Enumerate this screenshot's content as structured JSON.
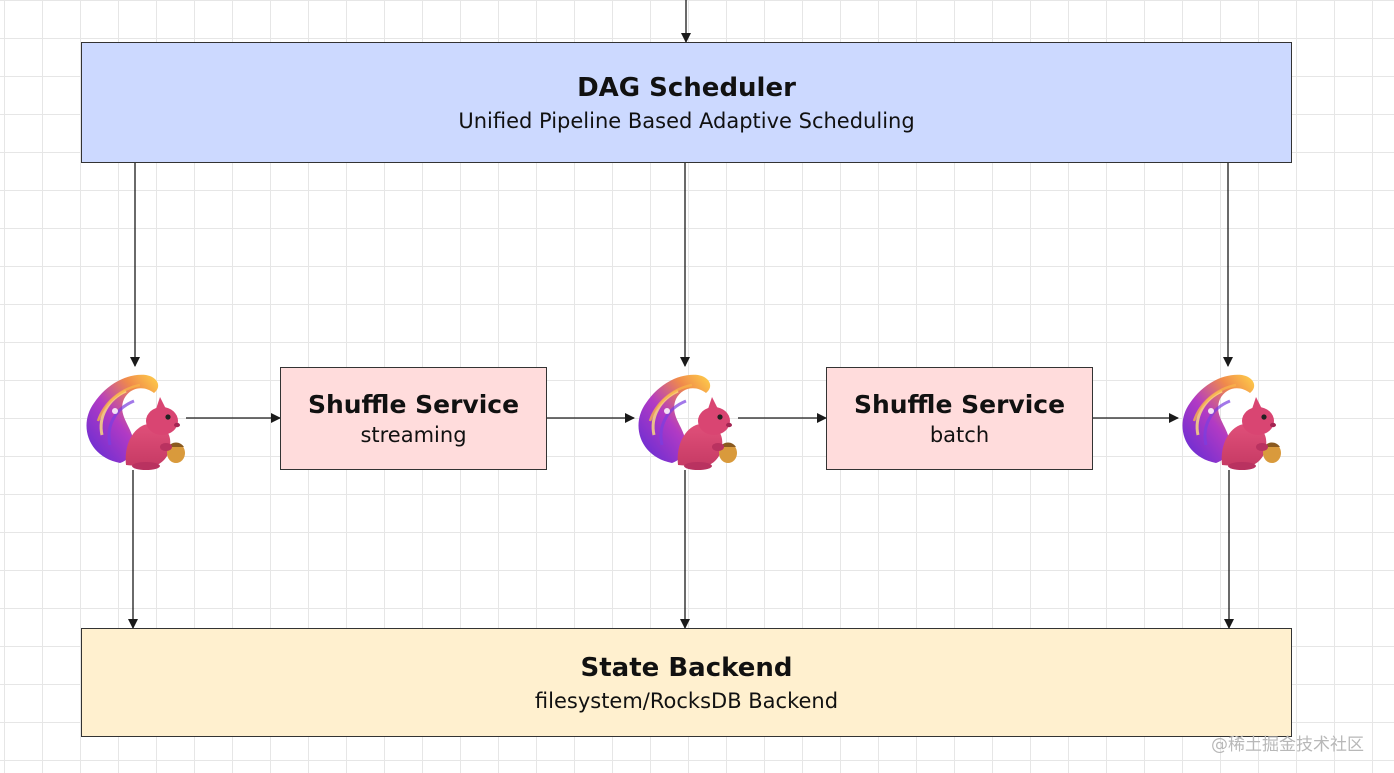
{
  "dag_scheduler": {
    "title": "DAG Scheduler",
    "subtitle": "Unified Pipeline Based Adaptive Scheduling",
    "color": "#ccd9ff"
  },
  "shuffle_streaming": {
    "title": "Shuffle Service",
    "subtitle": "streaming",
    "color": "#ffdcdc"
  },
  "shuffle_batch": {
    "title": "Shuffle Service",
    "subtitle": "batch",
    "color": "#ffdcdc"
  },
  "state_backend": {
    "title": "State Backend",
    "subtitle": "filesystem/RocksDB Backend",
    "color": "#fff0cf"
  },
  "icons": [
    "flink-squirrel-logo",
    "flink-squirrel-logo",
    "flink-squirrel-logo"
  ],
  "watermark": "@稀土掘金技术社区"
}
